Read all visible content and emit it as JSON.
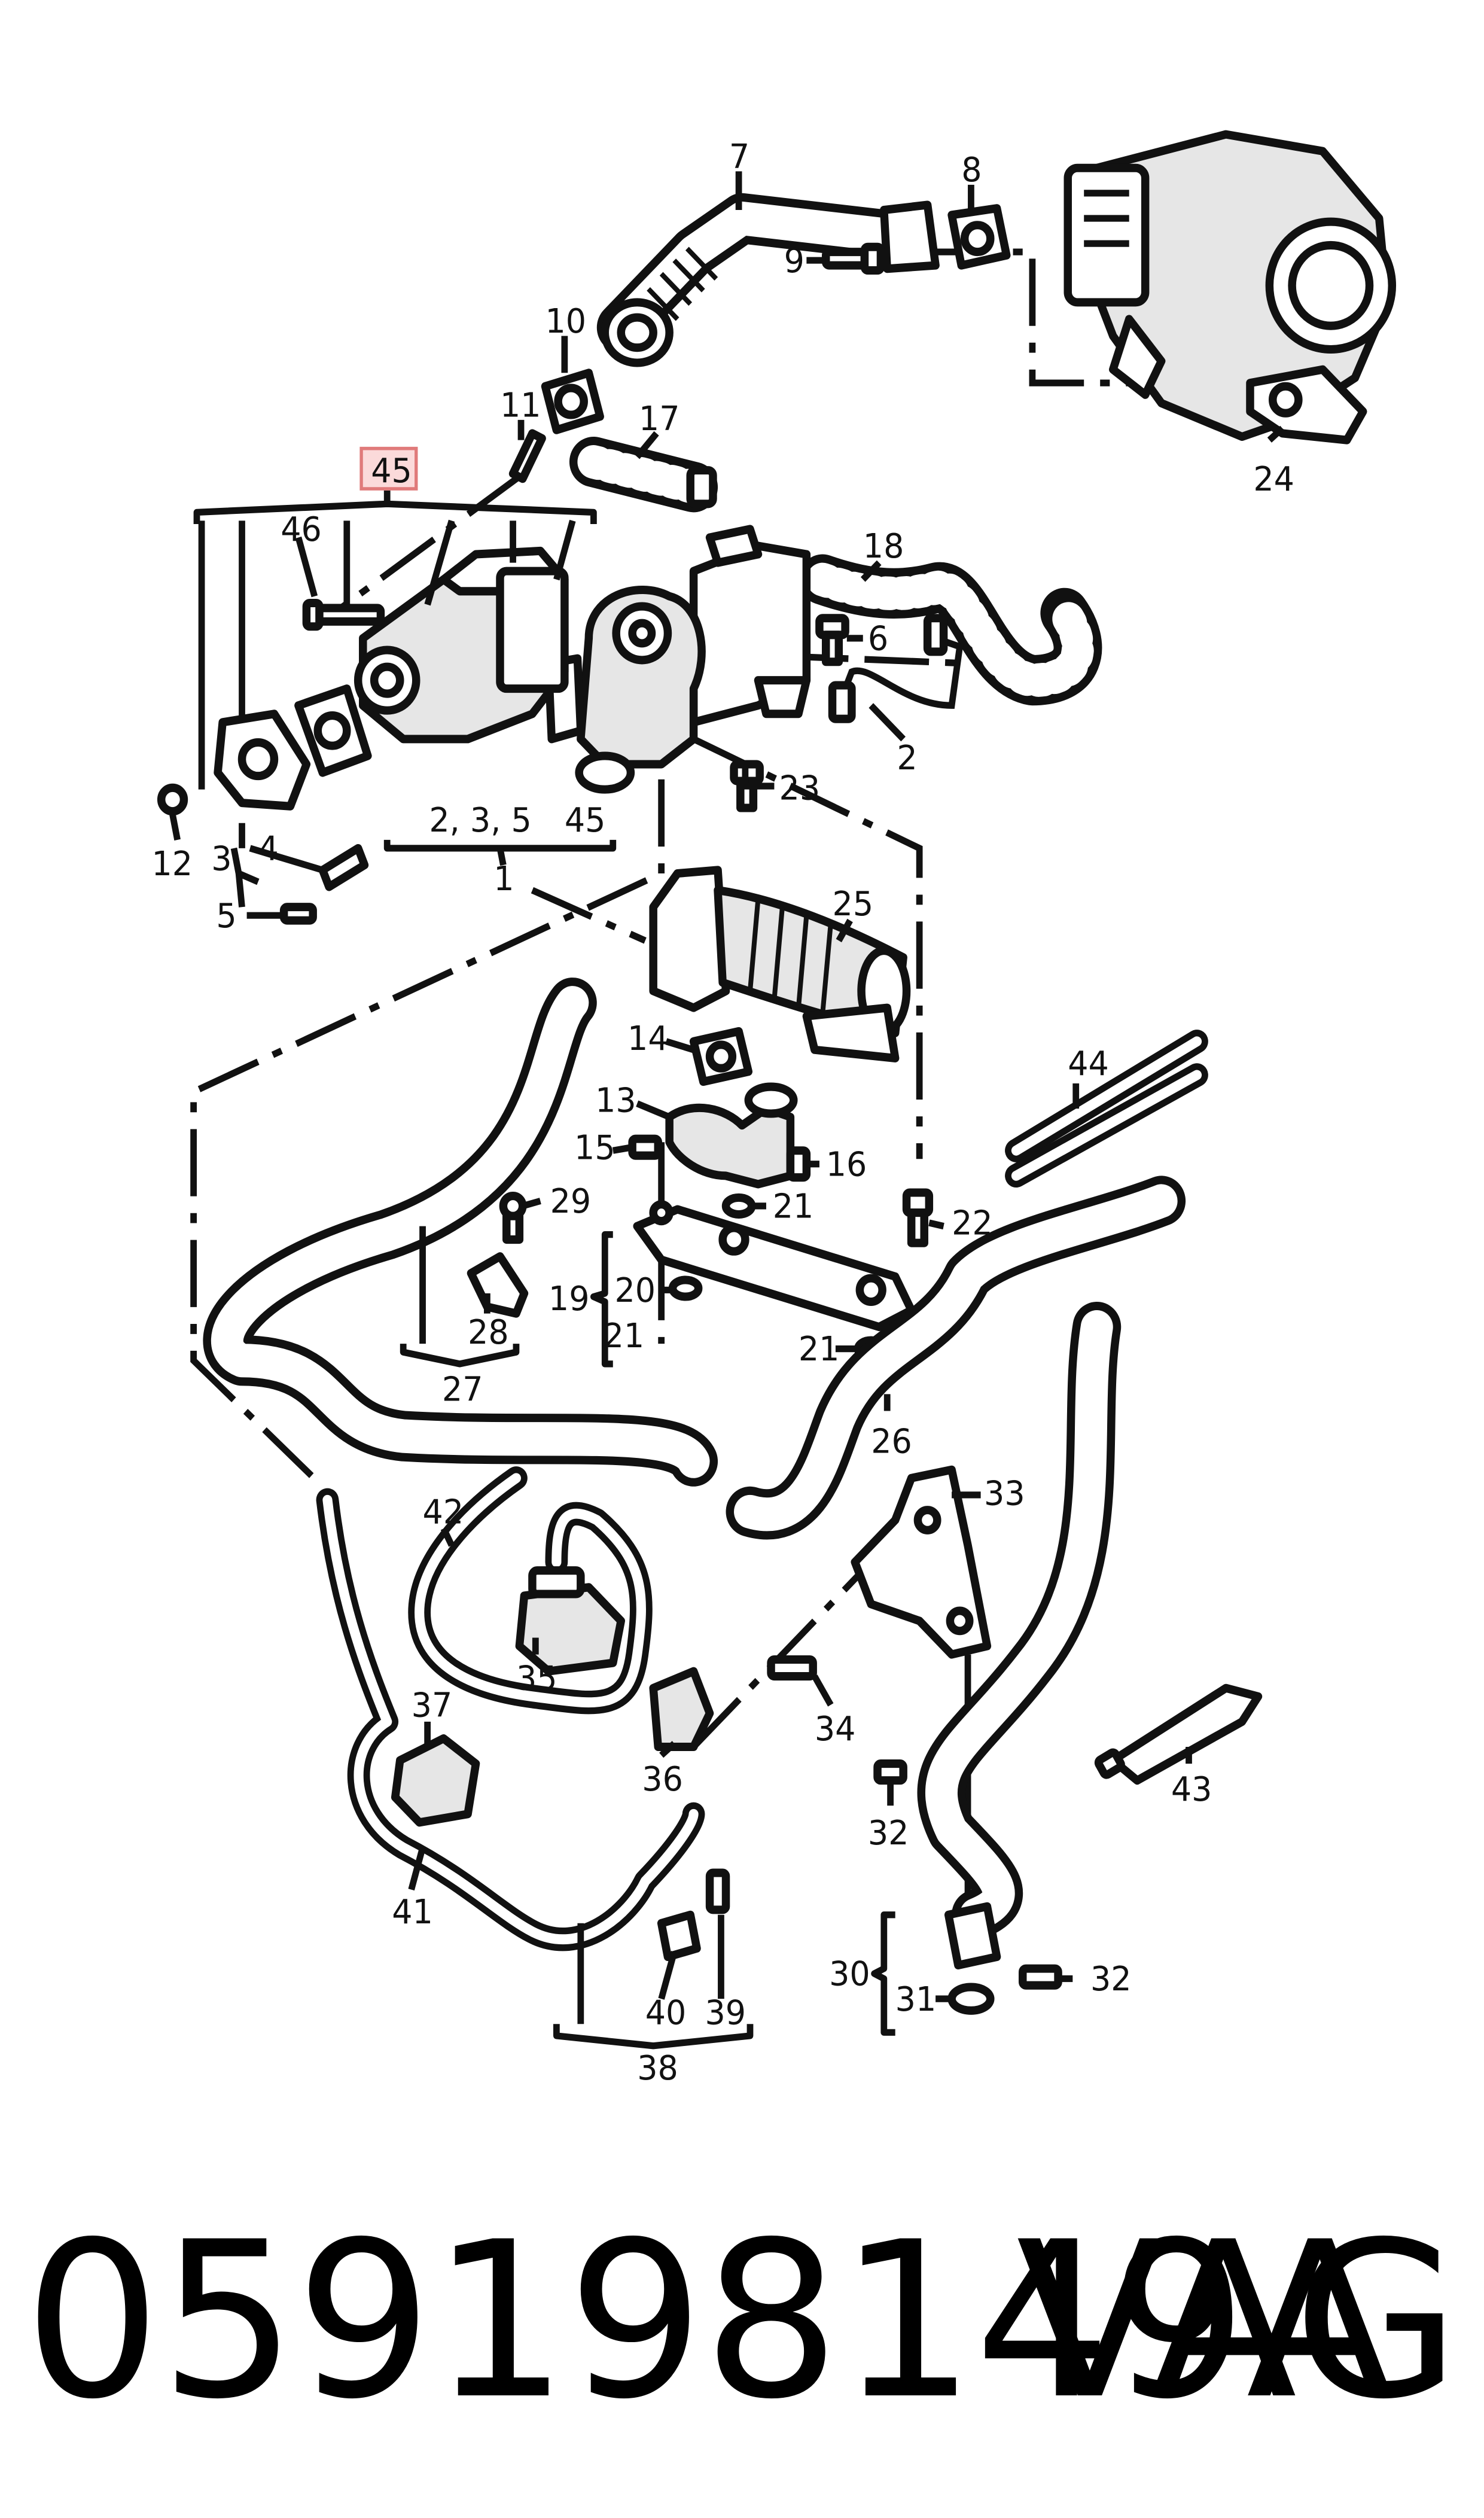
{
  "callouts": [
    {
      "id": "c7",
      "text": "7"
    },
    {
      "id": "c8",
      "text": "8"
    },
    {
      "id": "c9",
      "text": "9"
    },
    {
      "id": "c10",
      "text": "10"
    },
    {
      "id": "c11",
      "text": "11"
    },
    {
      "id": "c17",
      "text": "17"
    },
    {
      "id": "c45",
      "text": "45"
    },
    {
      "id": "c46",
      "text": "46"
    },
    {
      "id": "c18",
      "text": "18"
    },
    {
      "id": "c6",
      "text": "6"
    },
    {
      "id": "c2",
      "text": "2"
    },
    {
      "id": "c23",
      "text": "23"
    },
    {
      "id": "c24",
      "text": "24"
    },
    {
      "id": "c12",
      "text": "12"
    },
    {
      "id": "c3",
      "text": "3"
    },
    {
      "id": "c4",
      "text": "4"
    },
    {
      "id": "c5",
      "text": "5"
    },
    {
      "id": "c235",
      "text": "2, 3, 5"
    },
    {
      "id": "c45b",
      "text": "45"
    },
    {
      "id": "c1",
      "text": "1"
    },
    {
      "id": "c25",
      "text": "25"
    },
    {
      "id": "c44",
      "text": "44"
    },
    {
      "id": "c14",
      "text": "14"
    },
    {
      "id": "c13",
      "text": "13"
    },
    {
      "id": "c15",
      "text": "15"
    },
    {
      "id": "c16",
      "text": "16"
    },
    {
      "id": "c29",
      "text": "29"
    },
    {
      "id": "c21a",
      "text": "21"
    },
    {
      "id": "c22",
      "text": "22"
    },
    {
      "id": "c19",
      "text": "19"
    },
    {
      "id": "c20",
      "text": "20"
    },
    {
      "id": "c21b",
      "text": "21"
    },
    {
      "id": "c28",
      "text": "28"
    },
    {
      "id": "c21c",
      "text": "21"
    },
    {
      "id": "c27",
      "text": "27"
    },
    {
      "id": "c26",
      "text": "26"
    },
    {
      "id": "c33",
      "text": "33"
    },
    {
      "id": "c42",
      "text": "42"
    },
    {
      "id": "c35",
      "text": "35"
    },
    {
      "id": "c34",
      "text": "34"
    },
    {
      "id": "c43",
      "text": "43"
    },
    {
      "id": "c37",
      "text": "37"
    },
    {
      "id": "c36",
      "text": "36"
    },
    {
      "id": "c32a",
      "text": "32"
    },
    {
      "id": "c41",
      "text": "41"
    },
    {
      "id": "c30",
      "text": "30"
    },
    {
      "id": "c32b",
      "text": "32"
    },
    {
      "id": "c31",
      "text": "31"
    },
    {
      "id": "c40",
      "text": "40"
    },
    {
      "id": "c39",
      "text": "39"
    },
    {
      "id": "c38",
      "text": "38"
    }
  ],
  "colors": {
    "highlight_fill": "#fbdada",
    "highlight_stroke": "#e07a7a",
    "line": "#111111"
  },
  "footer": {
    "part_number": "059198149A",
    "brand": "VAG"
  }
}
